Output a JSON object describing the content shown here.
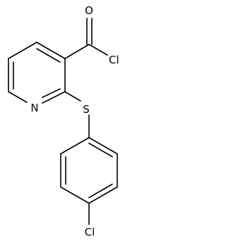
{
  "molecule": {
    "atoms": {
      "o": "O",
      "cl_acyl": "Cl",
      "n": "N",
      "s": "S",
      "cl_aryl": "Cl"
    },
    "colors": {
      "bond": "#000000",
      "label": "#000000",
      "background": "#ffffff"
    }
  }
}
